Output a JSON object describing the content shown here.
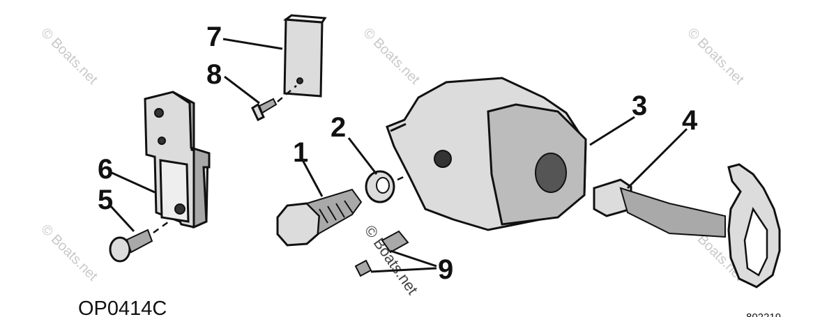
{
  "diagram": {
    "watermark_text": "© Boats.net",
    "drawing_code": "OP0414C",
    "part_number_partial": "802219",
    "callouts": [
      "1",
      "2",
      "3",
      "4",
      "5",
      "6",
      "7",
      "8",
      "9"
    ]
  }
}
